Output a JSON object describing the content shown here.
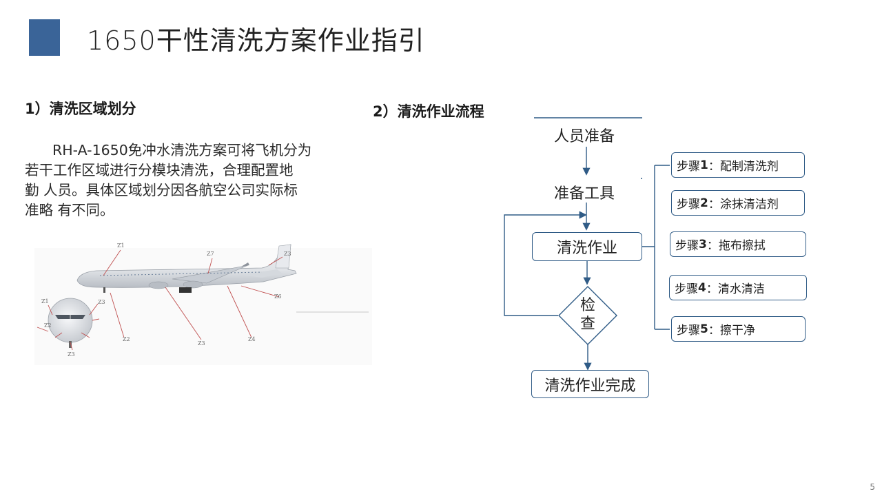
{
  "title": "1650干性清洗方案作业指引",
  "left": {
    "heading": "1）清洗区域划分",
    "paragraph_lines": [
      "RH-A-1650免冲水清洗方案可将飞机分为",
      "若干工作区域进行分模块清洗，合理配置地",
      "勤 人员。具体区域划分因各航空公司实际标",
      "准略 有不同。"
    ],
    "zone_labels": [
      "Z1",
      "Z7",
      "Z3",
      "Z6",
      "Z4",
      "Z3",
      "Z2",
      "Z1",
      "Z3",
      "Z2",
      "Z3"
    ]
  },
  "right": {
    "heading": "2）清洗作业流程",
    "flow": {
      "prep_people": "人员准备",
      "prep_tools": "准备工具",
      "cleaning": "清洗作业",
      "inspect_1": "检",
      "inspect_2": "查",
      "done": "清洗作业完成",
      "steps": [
        {
          "prefix": "步骤",
          "num": "1",
          "sep": "：",
          "text": "配制清洗剂"
        },
        {
          "prefix": "步骤",
          "num": "2",
          "sep": "：",
          "text": "涂抹清洁剂"
        },
        {
          "prefix": "步骤",
          "num": "3",
          "sep": "：",
          "text": "拖布擦拭"
        },
        {
          "prefix": "步骤",
          "num": "4",
          "sep": "：",
          "text": "清水清洁"
        },
        {
          "prefix": "步骤",
          "num": "5",
          "sep": "：",
          "text": "擦干净"
        }
      ]
    }
  },
  "page_number": "5",
  "colors": {
    "accent": "#3a6498",
    "line": "#2f5b86"
  }
}
